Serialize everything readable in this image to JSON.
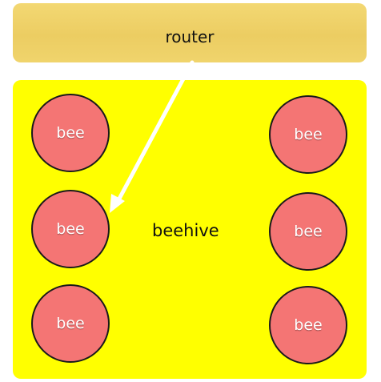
{
  "router": {
    "label": "router",
    "color": "#f0d26a"
  },
  "beehive": {
    "label": "beehive",
    "color": "#ffff00"
  },
  "bees": [
    {
      "label": "bee"
    },
    {
      "label": "bee"
    },
    {
      "label": "bee"
    },
    {
      "label": "bee"
    },
    {
      "label": "bee"
    },
    {
      "label": "bee"
    }
  ],
  "colors": {
    "bee_fill": "#f47574",
    "arrow": "#ffffff"
  }
}
